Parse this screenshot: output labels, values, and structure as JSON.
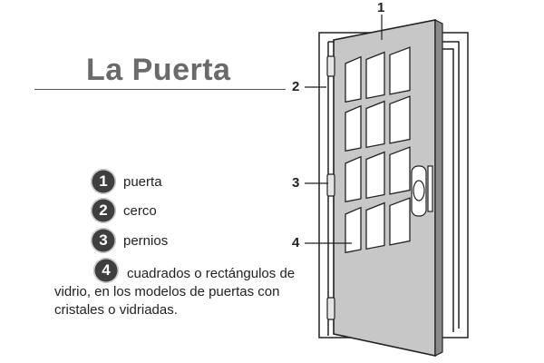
{
  "title": "La Puerta",
  "legend": [
    {
      "number": "1",
      "label": "puerta"
    },
    {
      "number": "2",
      "label": "cerco"
    },
    {
      "number": "3",
      "label": "pernios"
    },
    {
      "number": "4",
      "label": "cuadrados o rectángulos de vidrio, en los modelos de puertas con cristales o vidriadas."
    }
  ],
  "callouts": [
    "1",
    "2",
    "3",
    "4"
  ]
}
